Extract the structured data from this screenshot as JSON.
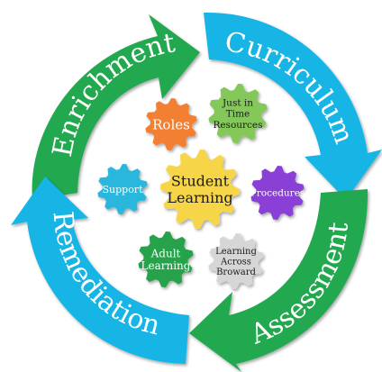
{
  "cycle": {
    "arrows": [
      {
        "key": "enrichment",
        "label": "Enrichment",
        "color": "#22a84f"
      },
      {
        "key": "curriculum",
        "label": "Curriculum",
        "color": "#14b5e6"
      },
      {
        "key": "assessment",
        "label": "Assessment",
        "color": "#22a84f"
      },
      {
        "key": "remediation",
        "label": "Remediation",
        "color": "#14b5e6"
      }
    ]
  },
  "gears": {
    "center": {
      "lines": [
        "Student",
        "Learning"
      ],
      "color": "#f7d548",
      "text_color": "#1a1a1a"
    },
    "roles": {
      "lines": [
        "Roles"
      ],
      "color": "#f38032",
      "text_color": "#ffffff"
    },
    "jit": {
      "lines": [
        "Just in",
        "Time",
        "Resources"
      ],
      "color": "#84c85a",
      "text_color": "#1a1a1a"
    },
    "support": {
      "lines": [
        "Support"
      ],
      "color": "#2ab7dd",
      "text_color": "#ffffff"
    },
    "procedures": {
      "lines": [
        "Procedures"
      ],
      "color": "#8a3fd6",
      "text_color": "#ffffff"
    },
    "adult": {
      "lines": [
        "Adult",
        "Learning"
      ],
      "color": "#25a24c",
      "text_color": "#ffffff"
    },
    "broward": {
      "lines": [
        "Learning",
        "Across",
        "Broward"
      ],
      "color": "#d6d6d6",
      "text_color": "#1a1a1a"
    }
  }
}
